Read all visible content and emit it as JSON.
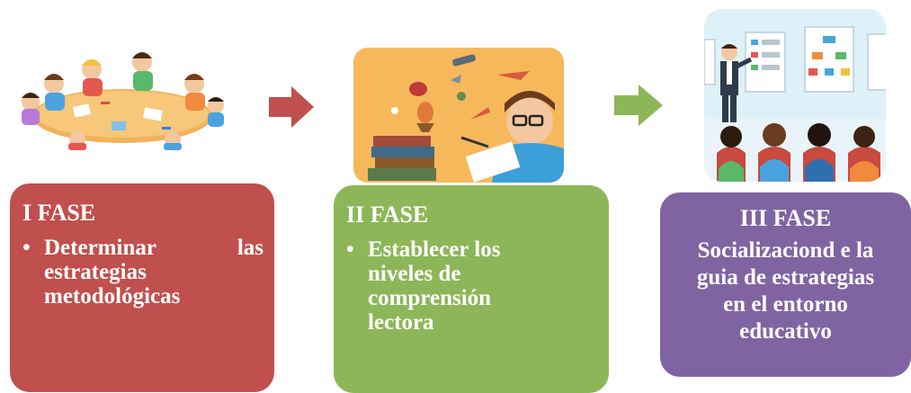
{
  "colors": {
    "phase1": "#c0504d",
    "phase2": "#8db659",
    "phase3": "#8064a2",
    "arrow1": "#c0504d",
    "arrow2": "#8db659"
  },
  "phases": [
    {
      "title": "I FASE",
      "bullets": [
        {
          "line1_left": "Determinar",
          "line1_right": "las",
          "line2": "estrategias",
          "line3": "metodológicas"
        }
      ],
      "icon": "children-at-table-illustration"
    },
    {
      "title": "II FASE",
      "bullets": [
        {
          "lines": [
            "Establecer los",
            "niveles de",
            "comprensión",
            "lectora"
          ]
        }
      ],
      "icon": "reader-with-books-illustration"
    },
    {
      "title": "III FASE",
      "body_lines": [
        "Socializaciond e la",
        "guia de estrategias",
        "en el entorno",
        "educativo"
      ],
      "icon": "teacher-presenting-illustration"
    }
  ],
  "arrows": [
    "right-arrow-icon",
    "right-arrow-icon"
  ]
}
